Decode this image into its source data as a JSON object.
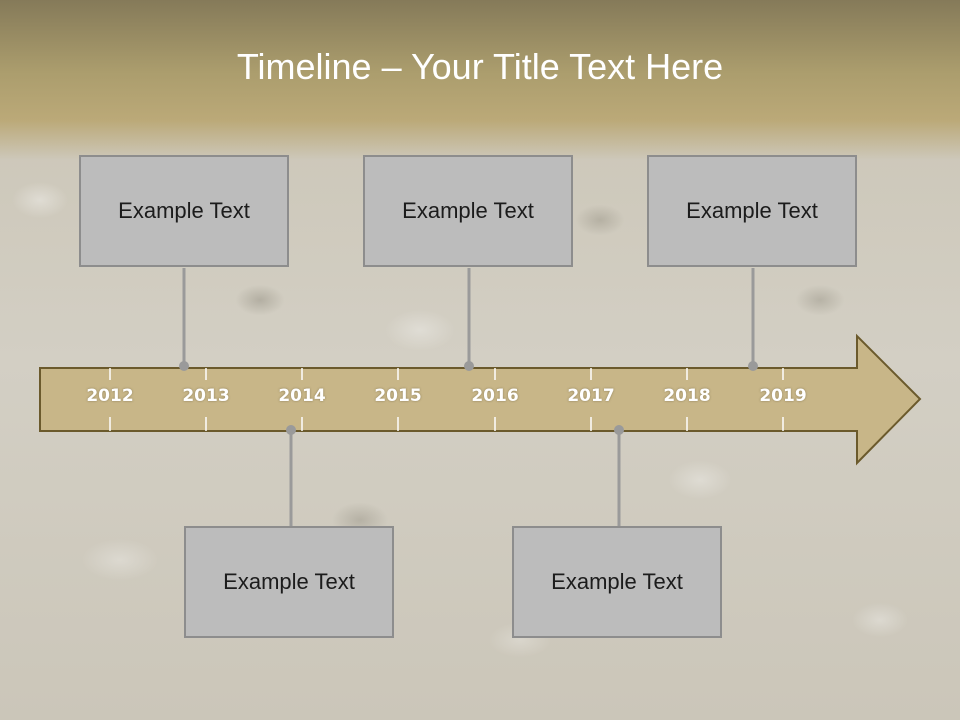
{
  "title": "Timeline – Your Title Text Here",
  "years": [
    "2012",
    "2013",
    "2014",
    "2015",
    "2016",
    "2017",
    "2018",
    "2019"
  ],
  "boxes": {
    "top_1": "Example Text",
    "top_2": "Example Text",
    "top_3": "Example Text",
    "bottom_1": "Example Text",
    "bottom_2": "Example Text"
  },
  "colors": {
    "arrow_fill": "#c8b688",
    "arrow_stroke": "#6b5a2c",
    "box_fill": "#bcbcbc",
    "connector": "#9a9a9a"
  }
}
